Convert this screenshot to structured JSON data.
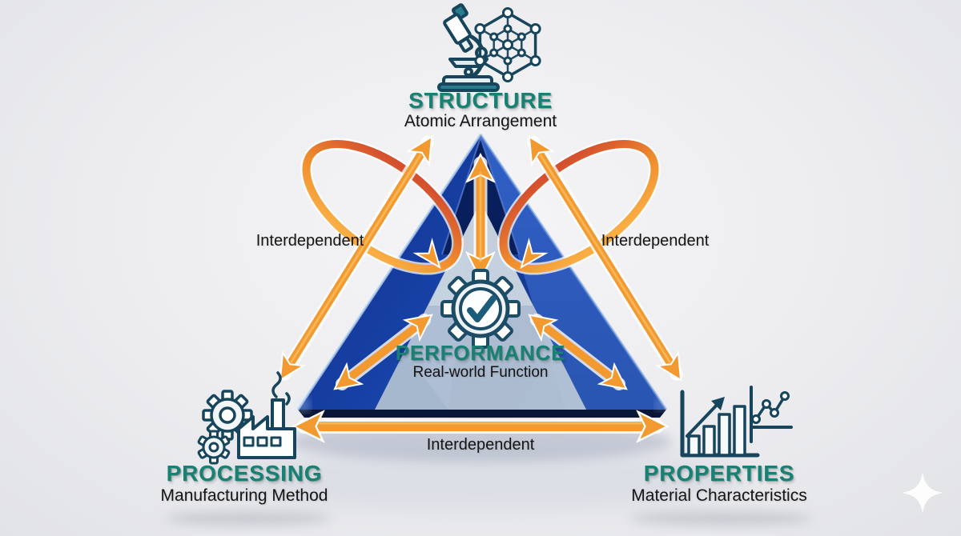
{
  "colors": {
    "teal": "#178173",
    "orange": "#f29a30",
    "orange_deep": "#d97b1c",
    "ring_red": "#d4502f",
    "pyramid_blue": "#1d49b2",
    "pyramid_navy": "#0e2f86",
    "icon_stroke": "#16455c",
    "text_dark": "#141414",
    "background": "#ececef"
  },
  "vertices": {
    "structure": {
      "title": "STRUCTURE",
      "subtitle": "Atomic Arrangement",
      "icons": [
        "microscope-icon",
        "atomic-lattice-icon"
      ]
    },
    "processing": {
      "title": "PROCESSING",
      "subtitle": "Manufacturing Method",
      "icons": [
        "gears-factory-icon"
      ]
    },
    "properties": {
      "title": "PROPERTIES",
      "subtitle": "Material Characteristics",
      "icons": [
        "bar-chart-trend-icon",
        "line-chart-dots-icon"
      ]
    },
    "center": {
      "title": "PERFORMANCE",
      "subtitle": "Real-world Function",
      "icons": [
        "gear-checkmark-icon"
      ]
    }
  },
  "edge_labels": {
    "left": "Interdependent",
    "right": "Interdependent",
    "bottom": "Interdependent"
  },
  "decorations": {
    "sparkle": "four-point-star"
  }
}
